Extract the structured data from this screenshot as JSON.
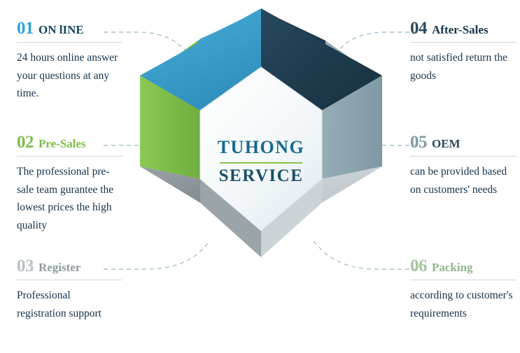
{
  "center": {
    "line1": "TUHONG",
    "line2": "SERVICE"
  },
  "blocks": [
    {
      "num": "01",
      "title": "ON lINE",
      "body": "24 hours online answer your questions at any time."
    },
    {
      "num": "02",
      "title": "Pre-Sales",
      "body": "The professional pre-sale team gurantee the lowest prices the high quality"
    },
    {
      "num": "03",
      "title": "Register",
      "body": "Professional registration support"
    },
    {
      "num": "04",
      "title": "After-Sales",
      "body": "not satisfied return the goods"
    },
    {
      "num": "05",
      "title": "OEM",
      "body": "can be provided based on customers' needs"
    },
    {
      "num": "06",
      "title": "Packing",
      "body": "according to customer's requirements"
    }
  ],
  "colors": {
    "accent_blue": "#2fa3d4",
    "accent_green": "#7dbf49",
    "accent_gray": "#b9c2c6",
    "accent_dark": "#2b4a5e",
    "accent_steel": "#7e9aa8",
    "accent_sage": "#a8c6a0",
    "hex_top_left": "#3ba3cf",
    "hex_top_right": "#1d3d52",
    "hex_left": "#7dbf49",
    "hex_right": "#8fa6b0",
    "hex_bottom_left": "#8a9499",
    "hex_bottom_right": "#c6ced2",
    "hex_face": "#f2f6f8",
    "dash": "#9fb8c6"
  }
}
